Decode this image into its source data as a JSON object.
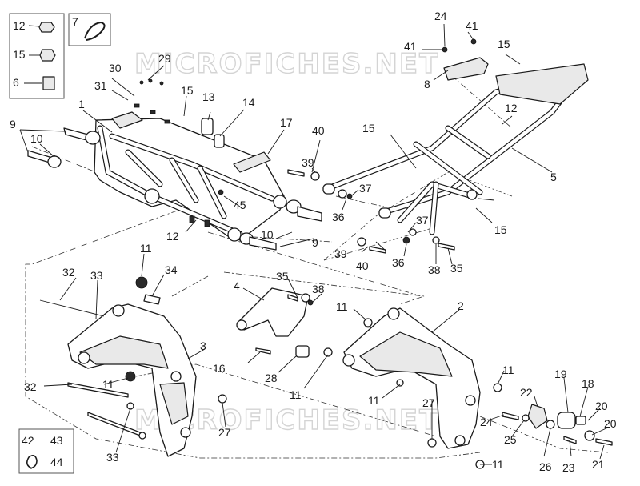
{
  "watermark": "MICROFICHES.NET",
  "legend_box_a": {
    "items": [
      {
        "label": "12",
        "icon": "clip-nut-icon"
      },
      {
        "label": "15",
        "icon": "clip-nut-icon"
      },
      {
        "label": "6",
        "icon": "clip-plate-icon"
      }
    ]
  },
  "legend_box_b": {
    "label": "7",
    "icon": "cable-tie-icon"
  },
  "legend_box_c": {
    "labels": [
      "42",
      "43",
      "44"
    ],
    "icon": "spring-clip-icon"
  },
  "callouts": [
    "1",
    "2",
    "3",
    "4",
    "5",
    "8",
    "9",
    "9",
    "10",
    "10",
    "11",
    "11",
    "11",
    "11",
    "11",
    "11",
    "11",
    "12",
    "12",
    "13",
    "14",
    "15",
    "15",
    "15",
    "15",
    "16",
    "17",
    "18",
    "19",
    "20",
    "20",
    "21",
    "22",
    "23",
    "24",
    "24",
    "25",
    "26",
    "27",
    "27",
    "28",
    "29",
    "30",
    "31",
    "32",
    "32",
    "33",
    "33",
    "34",
    "35",
    "35",
    "36",
    "36",
    "37",
    "37",
    "38",
    "38",
    "39",
    "39",
    "40",
    "40",
    "41",
    "41",
    "45"
  ]
}
